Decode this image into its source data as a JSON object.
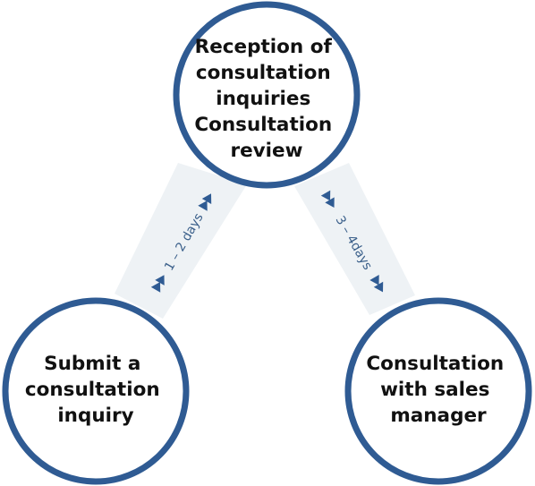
{
  "nodes": {
    "top": {
      "lines": [
        "Reception of",
        "consultation",
        "inquiries",
        "Consultation",
        "review"
      ]
    },
    "left": {
      "lines": [
        "Submit a",
        "consultation",
        "inquiry"
      ]
    },
    "right": {
      "lines": [
        "Consultation",
        "with sales",
        "manager"
      ]
    }
  },
  "connectors": {
    "left": {
      "label": "1 – 2 days"
    },
    "right": {
      "label": "3 – 4days"
    }
  },
  "colors": {
    "circle_stroke": "#2f5b93",
    "band_fill": "#eef2f5",
    "arrow": "#2f5b93",
    "text": "#111111",
    "connector_text": "#3a5f8a"
  }
}
